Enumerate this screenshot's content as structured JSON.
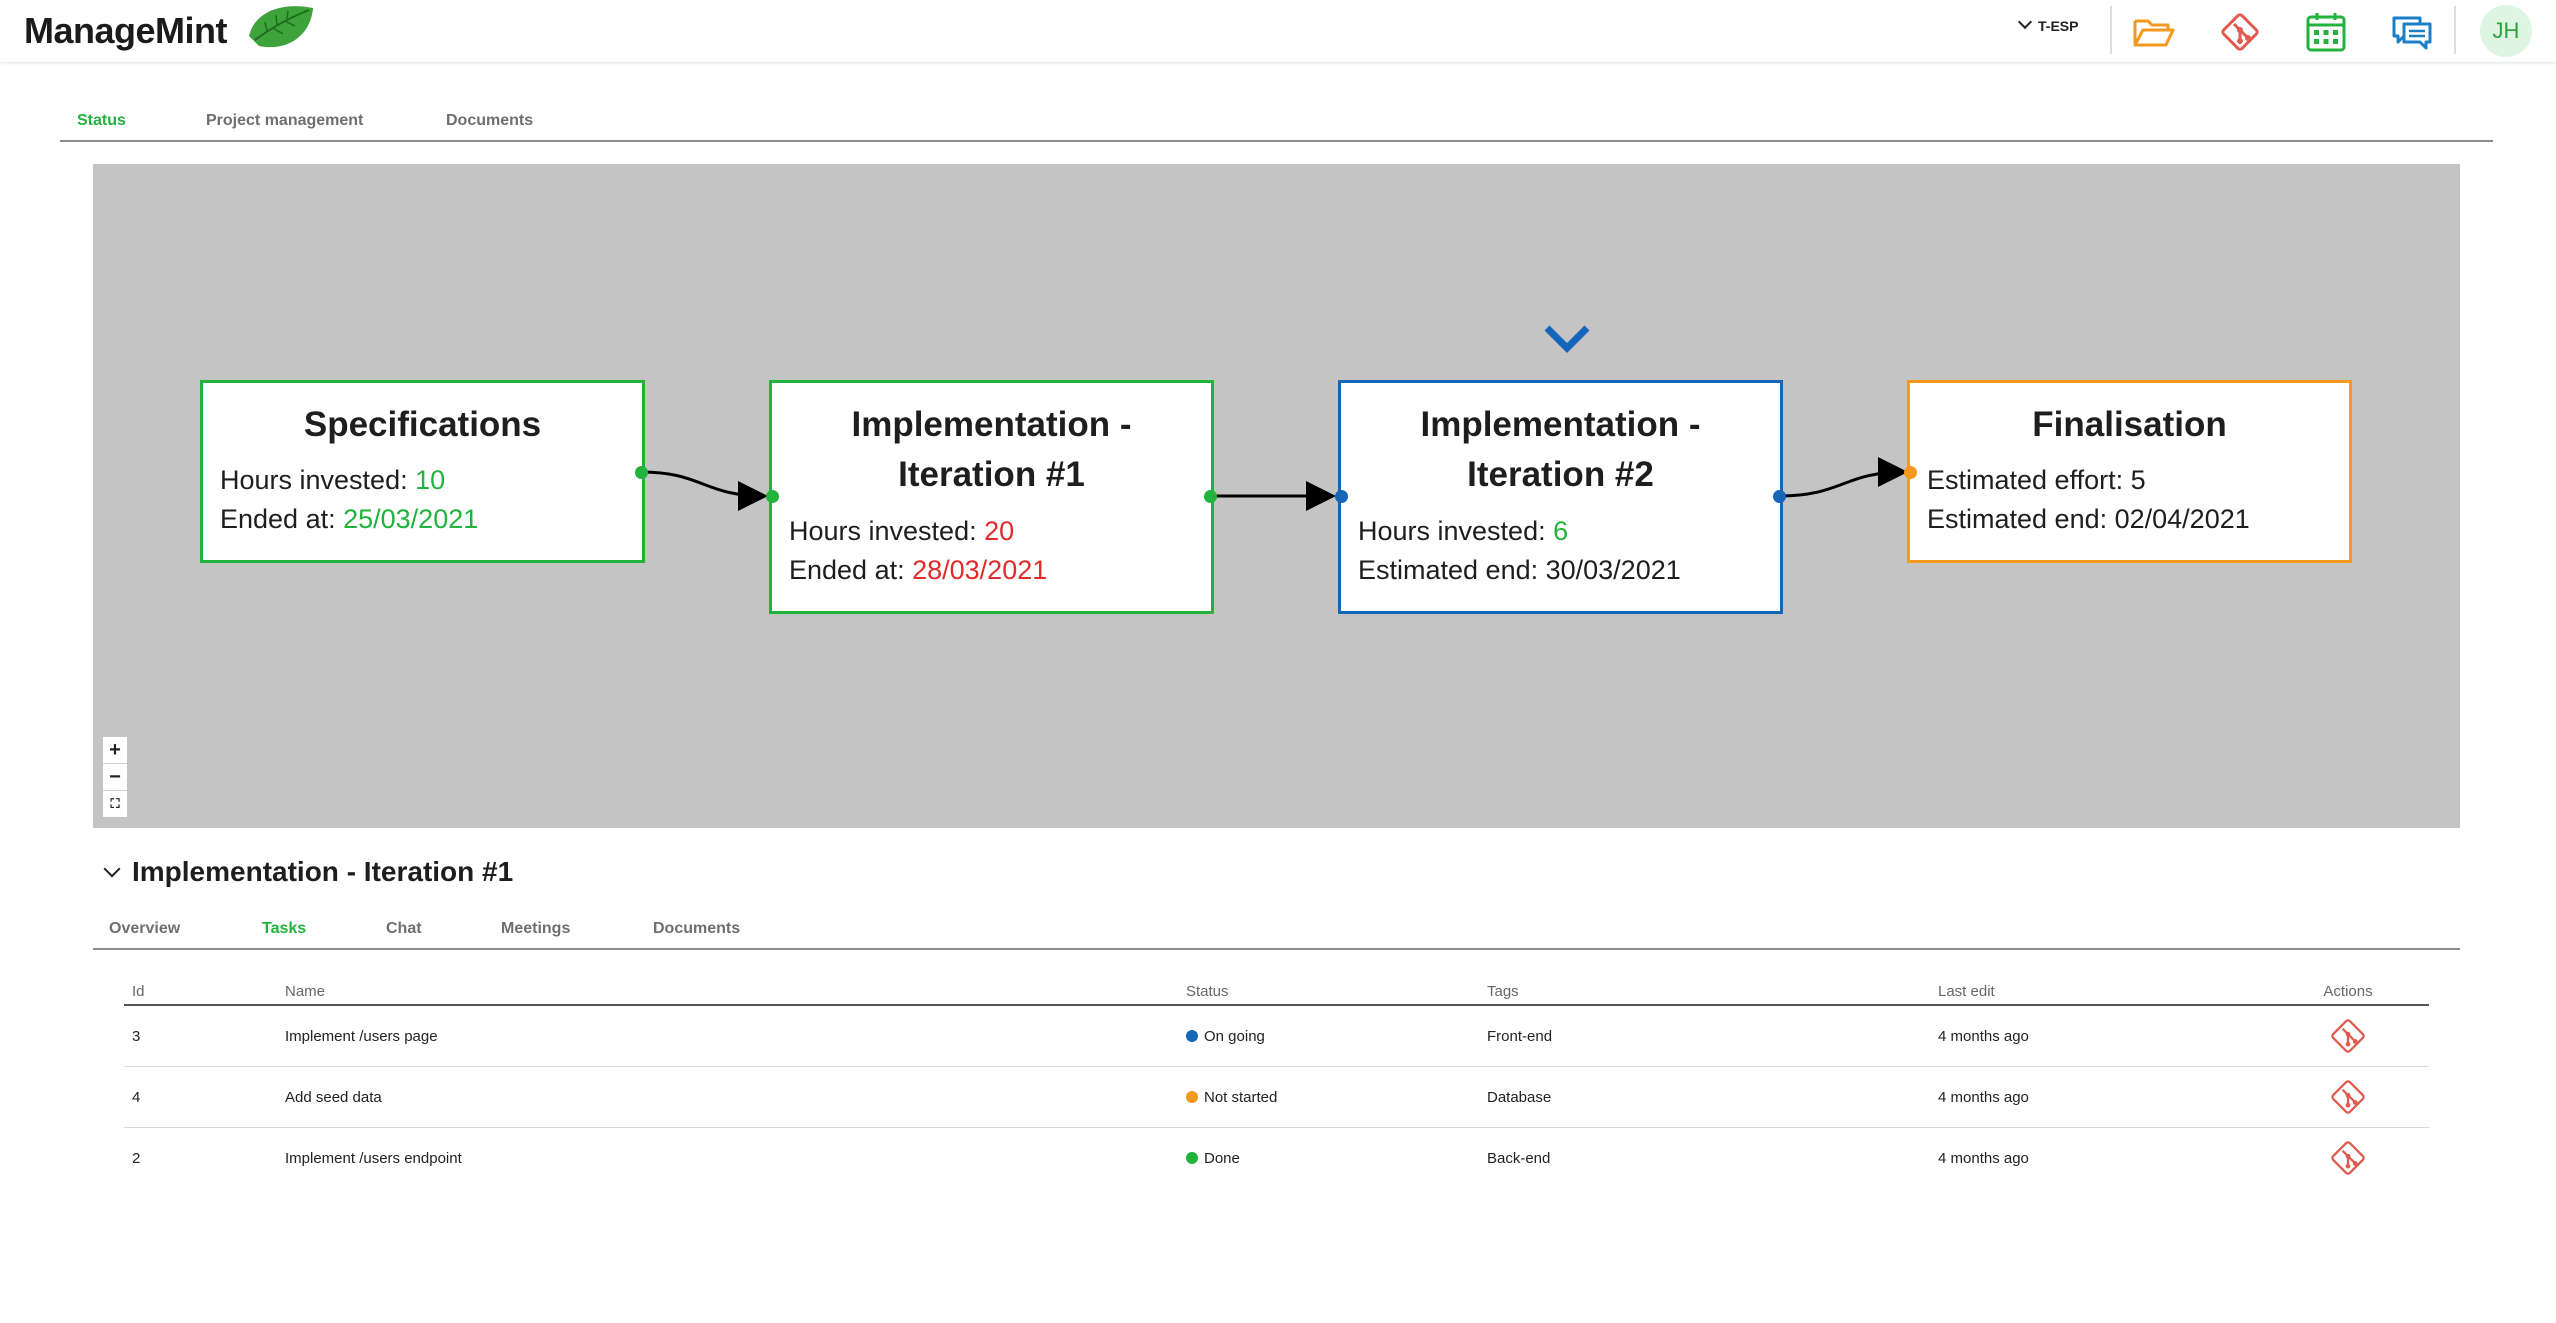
{
  "app": {
    "brand": "ManageMint",
    "project_select": "T-ESP",
    "user_initials": "JH",
    "icons": [
      "folder-icon",
      "git-icon",
      "calendar-icon",
      "chat-icon"
    ]
  },
  "main_tabs": [
    {
      "label": "Status",
      "active": true
    },
    {
      "label": "Project management",
      "active": false
    },
    {
      "label": "Documents",
      "active": false
    }
  ],
  "flow": {
    "nodes": [
      {
        "title": "Specifications",
        "line1_label": "Hours invested: ",
        "line1_value": "10",
        "line2_label": "Ended at: ",
        "line2_value": "25/03/2021",
        "color": "#21b33b"
      },
      {
        "title": "Implementation - Iteration #1",
        "line1_label": "Hours invested: ",
        "line1_value": "20",
        "line2_label": "Ended at: ",
        "line2_value": "28/03/2021",
        "color": "#21b33b"
      },
      {
        "title": "Implementation - Iteration #2",
        "line1_label": "Hours invested: ",
        "line1_value": "6",
        "line2_label": "Estimated end: ",
        "line2_value": "30/03/2021",
        "color": "#1565b8"
      },
      {
        "title": "Finalisation",
        "line1_label": "Estimated effort: ",
        "line1_value": "5",
        "line2_label": "Estimated end: ",
        "line2_value": "02/04/2021",
        "color": "#f39a1e"
      }
    ],
    "zoom_controls": [
      "+",
      "−",
      "⛶"
    ]
  },
  "detail": {
    "title": "Implementation - Iteration #1",
    "tabs": [
      {
        "label": "Overview",
        "active": false
      },
      {
        "label": "Tasks",
        "active": true
      },
      {
        "label": "Chat",
        "active": false
      },
      {
        "label": "Meetings",
        "active": false
      },
      {
        "label": "Documents",
        "active": false
      }
    ],
    "columns": [
      "Id",
      "Name",
      "Status",
      "Tags",
      "Last edit",
      "Actions"
    ],
    "rows": [
      {
        "id": "3",
        "name": "Implement /users page",
        "status": "On going",
        "status_color": "#1565b8",
        "tag": "Front-end",
        "last_edit": "4 months ago"
      },
      {
        "id": "4",
        "name": "Add seed data",
        "status": "Not started",
        "status_color": "#f39a1e",
        "tag": "Database",
        "last_edit": "4 months ago"
      },
      {
        "id": "2",
        "name": "Implement /users endpoint",
        "status": "Done",
        "status_color": "#21b33b",
        "tag": "Back-end",
        "last_edit": "4 months ago"
      }
    ]
  },
  "colors": {
    "accent": "#21b33b",
    "blue": "#1565b8",
    "orange": "#f39a1e",
    "red": "#e12b2b",
    "canvas": "#c4c4c4"
  }
}
